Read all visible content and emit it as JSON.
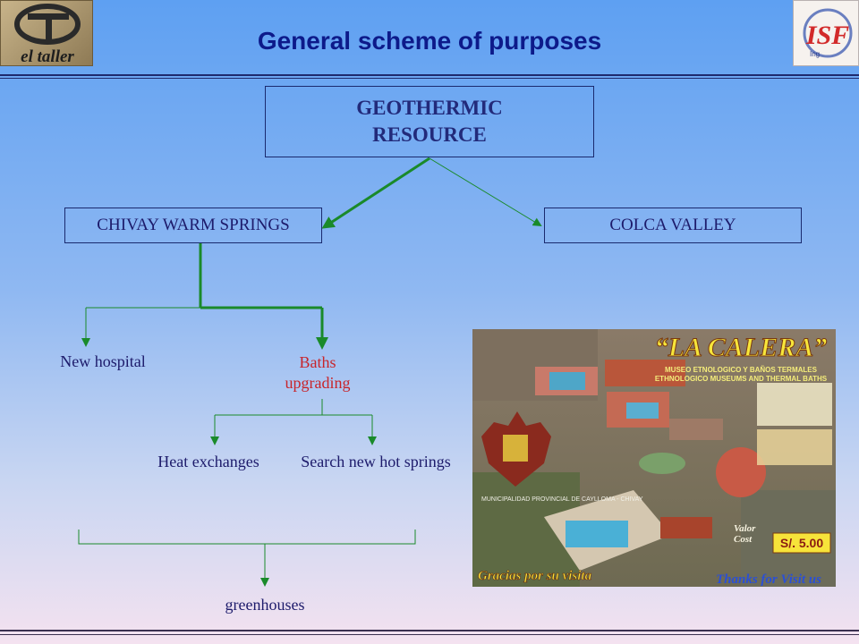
{
  "header": {
    "title": "General scheme of purposes",
    "logo_left_text": "el taller",
    "logo_right_text": "ISF",
    "logo_right_small": "Ing"
  },
  "diagram": {
    "root": "GEOTHERMIC RESOURCE",
    "root_line1": "GEOTHERMIC",
    "root_line2": "RESOURCE",
    "chivay": "CHIVAY WARM SPRINGS",
    "colca": "COLCA VALLEY",
    "new_hospital": "New hospital",
    "baths_line1": "Baths",
    "baths_line2": "upgrading",
    "heat_exchanges": "Heat exchanges",
    "search_springs": "Search new hot springs",
    "greenhouses": "greenhouses"
  },
  "photo": {
    "headline": "“LA CALERA”",
    "subtitle1": "MUSEO ETNOLOGICO Y BAÑOS TERMALES",
    "subtitle2": "ETHNOLOGICO MUSEUMS AND THERMAL BATHS",
    "municipality": "MUNICIPALIDAD PROVINCIAL DE CAYLLOMA - CHIVAY",
    "price_label1": "Valor",
    "price_label2": "Cost",
    "price": "S/. 5.00",
    "thanks_es": "Gracias por su visita",
    "thanks_en": "Thanks for Visit us"
  },
  "colors": {
    "title": "#0d1a8a",
    "arrow_green": "#1a8a2a",
    "baths_red": "#c8242a",
    "box_border": "#1a2a6e"
  }
}
